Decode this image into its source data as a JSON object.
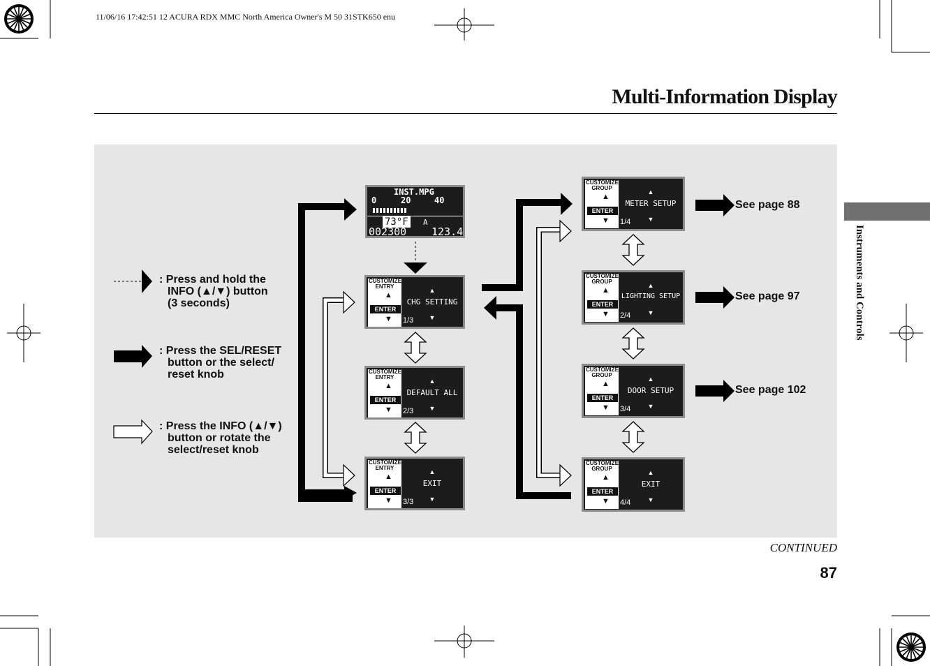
{
  "print_line": "11/06/16 17:42:51   12 ACURA RDX MMC North America Owner's M 50 31STK650 enu",
  "title": "Multi-Information Display",
  "side_label": "Instruments and Controls",
  "legend": {
    "hold": [
      "Press and hold the",
      "INFO (▲/▼) button",
      "(3 seconds)"
    ],
    "sel": [
      "Press the SEL/RESET",
      "button or the select/",
      "reset knob"
    ],
    "info": [
      "Press the INFO (▲/▼)",
      "button or rotate the",
      "select/reset knob"
    ]
  },
  "mpg_display": {
    "label": "INST.MPG",
    "scale": [
      "0",
      "20",
      "40"
    ],
    "temp": "73°F",
    "trip": "A",
    "odometer": "002300",
    "trip_value": "123.4"
  },
  "entry_header": [
    "CUSTOMIZE",
    "ENTRY"
  ],
  "group_header": [
    "CUSTOMIZE",
    "GROUP"
  ],
  "enter_label": "ENTER",
  "up_arrow": "▲",
  "down_arrow": "▼",
  "entry_screens": [
    {
      "label": "CHG SETTING",
      "page": "1/3"
    },
    {
      "label": "DEFAULT ALL",
      "page": "2/3"
    },
    {
      "label": "EXIT",
      "page": "3/3"
    }
  ],
  "group_screens": [
    {
      "label": "METER SETUP",
      "page": "1/4"
    },
    {
      "label": "LIGHTING SETUP",
      "page": "2/4"
    },
    {
      "label": "DOOR SETUP",
      "page": "3/4"
    },
    {
      "label": "EXIT",
      "page": "4/4"
    }
  ],
  "see_pages": [
    "See page 88",
    "See page 97",
    "See page 102"
  ],
  "continued": "CONTINUED",
  "page_number": "87",
  "icons": [
    "registration-mark-icon",
    "crop-mark-icon",
    "arrow-icon"
  ]
}
